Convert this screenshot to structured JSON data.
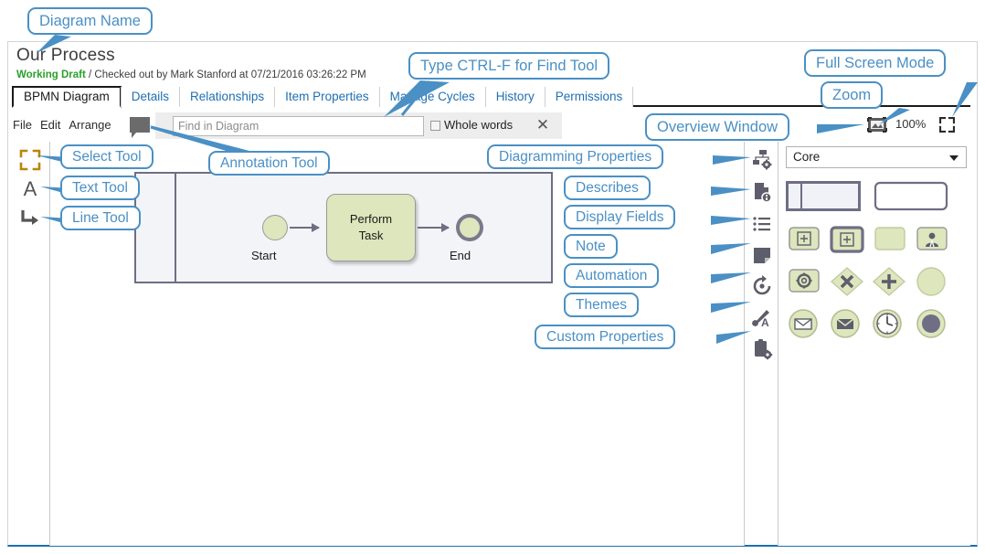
{
  "document": {
    "title": "Our Process",
    "status_draft": "Working Draft",
    "status_rest": " / Checked out by Mark Stanford at 07/21/2016 03:26:22 PM"
  },
  "tabs": [
    {
      "label": "BPMN Diagram",
      "active": true
    },
    {
      "label": "Details",
      "active": false
    },
    {
      "label": "Relationships",
      "active": false
    },
    {
      "label": "Item Properties",
      "active": false
    },
    {
      "label": "Manage Cycles",
      "active": false
    },
    {
      "label": "History",
      "active": false
    },
    {
      "label": "Permissions",
      "active": false
    }
  ],
  "menu": {
    "items": [
      "File",
      "Edit",
      "Arrange"
    ],
    "annotation_icon": "speech-bubble-icon"
  },
  "find": {
    "placeholder": "Find in Diagram",
    "value": "",
    "whole_words_label": "Whole words",
    "whole_words_checked": false,
    "close_icon": "✕"
  },
  "view_controls": {
    "overview_icon": "overview-window-icon",
    "zoom_level": "100%",
    "fullscreen_icon": "full-screen-icon"
  },
  "tools": [
    {
      "name": "select-tool",
      "icon": "select-brackets-icon"
    },
    {
      "name": "text-tool",
      "icon": "A"
    },
    {
      "name": "line-tool",
      "icon": "line-arrow-icon"
    }
  ],
  "property_strip": [
    {
      "name": "diagramming-properties",
      "icon": "diagram-gear-icon"
    },
    {
      "name": "describes",
      "icon": "document-info-icon"
    },
    {
      "name": "display-fields",
      "icon": "list-icon"
    },
    {
      "name": "note",
      "icon": "note-page-icon"
    },
    {
      "name": "automation",
      "icon": "automation-refresh-icon"
    },
    {
      "name": "themes",
      "icon": "brush-a-icon"
    },
    {
      "name": "custom-properties",
      "icon": "clipboard-gear-icon"
    }
  ],
  "palette": {
    "selected": "Core",
    "options": [
      "Core"
    ],
    "shapes": [
      {
        "name": "pool-shape",
        "icon": "pool"
      },
      {
        "name": "lane-shape",
        "icon": "lane"
      },
      {
        "name": "sub-process-shape",
        "icon": "plus-box"
      },
      {
        "name": "call-activity-shape",
        "icon": "plus-box-bold"
      },
      {
        "name": "task-shape",
        "icon": "round-rect"
      },
      {
        "name": "user-task-shape",
        "icon": "person-box"
      },
      {
        "name": "service-task-shape",
        "icon": "gear-box"
      },
      {
        "name": "exclusive-gateway-shape",
        "icon": "diamond-x"
      },
      {
        "name": "parallel-gateway-shape",
        "icon": "diamond-plus"
      },
      {
        "name": "start-event-shape",
        "icon": "circle"
      },
      {
        "name": "message-start-event-shape",
        "icon": "circle-envelope-outline"
      },
      {
        "name": "message-event-shape",
        "icon": "circle-envelope-filled"
      },
      {
        "name": "timer-event-shape",
        "icon": "circle-clock"
      },
      {
        "name": "end-event-shape",
        "icon": "circle-filled"
      }
    ]
  },
  "diagram": {
    "start_label": "Start",
    "task_line1": "Perform",
    "task_line2": "Task",
    "end_label": "End"
  },
  "callouts": [
    {
      "id": "diagram-name",
      "label": "Diagram Name"
    },
    {
      "id": "find-tool",
      "label": "Type CTRL-F for Find Tool"
    },
    {
      "id": "full-screen-mode",
      "label": "Full Screen Mode"
    },
    {
      "id": "zoom",
      "label": "Zoom"
    },
    {
      "id": "overview-window",
      "label": "Overview Window"
    },
    {
      "id": "annotation-tool",
      "label": "Annotation Tool"
    },
    {
      "id": "select-tool",
      "label": "Select Tool"
    },
    {
      "id": "text-tool",
      "label": "Text Tool"
    },
    {
      "id": "line-tool",
      "label": "Line Tool"
    },
    {
      "id": "diagramming-properties",
      "label": "Diagramming Properties"
    },
    {
      "id": "describes",
      "label": "Describes"
    },
    {
      "id": "display-fields",
      "label": "Display Fields"
    },
    {
      "id": "note",
      "label": "Note"
    },
    {
      "id": "automation",
      "label": "Automation"
    },
    {
      "id": "themes",
      "label": "Themes"
    },
    {
      "id": "custom-properties",
      "label": "Custom Properties"
    }
  ],
  "colors": {
    "callout_blue": "#4a90c4",
    "tab_link": "#1f6fb0",
    "draft_green": "#2aa02a",
    "shape_fill": "#dde6bc",
    "shape_stroke": "#9a9a9a",
    "pool_stroke": "#6e6e84",
    "pool_fill": "#f2f4f8"
  }
}
